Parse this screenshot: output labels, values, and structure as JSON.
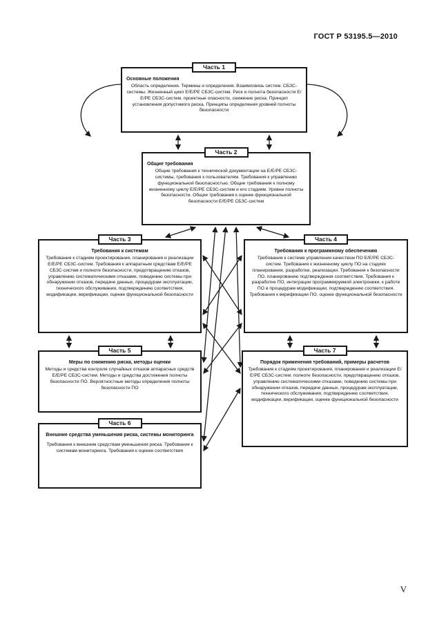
{
  "page": {
    "header": "ГОСТ Р 53195.5—2010",
    "page_number": "V"
  },
  "colors": {
    "ink": "#1a1a1a",
    "box_border": "#161616",
    "background": "#ffffff"
  },
  "diagram": {
    "boxes": {
      "part1": {
        "tab": "Часть 1",
        "title": "Основные положения",
        "body": "Область определения. Термины и определения. Взаимосвязь систем. СБЗС-системы. Жизненный цикл Е/Е/РЕ СБЗС-систем. Риск и полнота безопасности Е/Е/РЕ СБЗС-систем, проектные опасности, снижение риска. Принцип установления допустимого риска. Принципы определения уровней полноты безопасности"
      },
      "part2": {
        "tab": "Часть 2",
        "title": "Общие требования",
        "body": "Общие требования к технической документации на Е/Е/РЕ СБЗС-системы, требования к пользователям. Требования к управлению функциональной безопасностью. Общие требования к полному жизненному циклу Е/Е/РЕ СБЗС-систем и его стадиям. Уровни полноты безопасности. Общие требования к оценке функциональной безопасности Е/Е/РЕ СБЗС-систем"
      },
      "part3": {
        "tab": "Часть 3",
        "title": "Требования к системам",
        "body": "Требования к стадиям проектирования, планирования и реализации Е/Е/РЕ СБЗС-систем. Требования к аппаратным средствам Е/Е/РЕ СБЗС-систем и полноте безопасности, предотвращению отказов, управлению систематическими отказами, поведению системы при обнаружении отказов, передаче данных, процедурам эксплуатации, технического обслуживания, подтверждению соответствия, модификации, верификации, оценке функциональной безопасности"
      },
      "part4": {
        "tab": "Часть 4",
        "title": "Требования к программному обеспечению",
        "body": "Требования к системе управления качеством ПО Е/Е/РЕ СБЗС-систем. Требования к жизненному циклу ПО на стадиях планирования, разработки, реализации. Требования к безопасности ПО, планированию подтверждения соответствия. Требования к разработке ПО, интеграции программируемой электроники, к работе ПО и процедурам модификации, подтверждению соответствия. Требования к верификации ПО, оценке функциональной безопасности"
      },
      "part5": {
        "tab": "Часть 5",
        "title": "Меры по снижению риска, методы оценки",
        "body": "Методы и средства контроля случайных отказов аппаратных средств Е/Е/РЕ СБЗС-систем. Методы и средства достижения полноты безопасности ПО. Вероятностные методы определения полноты безопасности ПО"
      },
      "part7": {
        "tab": "Часть 7",
        "title": "Порядок применения требований, примеры расчетов",
        "body": "Требования к стадиям проектирования, планирования и реализации Е/Е/РЕ СБЗС-систем: полноте безопасности, предотвращению отказов, управлению систематическими отказами, поведению системы при обнаружении отказов, передаче данных, процедурам эксплуатации, технического обслуживания, подтверждению соответствия, модификации, верификации, оценке функциональной безопасности"
      },
      "part6": {
        "tab": "Часть 6",
        "title": "Внешние средства уменьшения риска, системы мониторинга",
        "body": "Требования к внешним средствам уменьшения риска. Требования к системам мониторинга. Требования к оценке соответствия"
      }
    }
  }
}
